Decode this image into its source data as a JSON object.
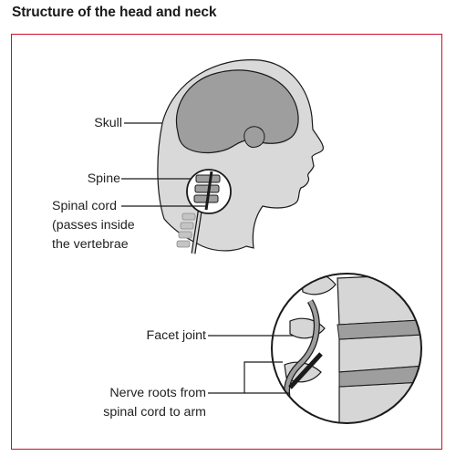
{
  "title": "Structure of the head and neck",
  "colors": {
    "frame": "#c8102e",
    "outline": "#1a1a1a",
    "fill_dark": "#9e9e9e",
    "fill_light": "#d6d6d6",
    "background": "#ffffff"
  },
  "labels": {
    "skull": "Skull",
    "spine": "Spine",
    "spinal_cord_line1": "Spinal cord",
    "spinal_cord_line2": "(passes inside",
    "spinal_cord_line3": "the vertebrae",
    "facet_joint": "Facet joint",
    "nerve_roots_line1": "Nerve roots from",
    "nerve_roots_line2": "spinal cord to arm"
  }
}
